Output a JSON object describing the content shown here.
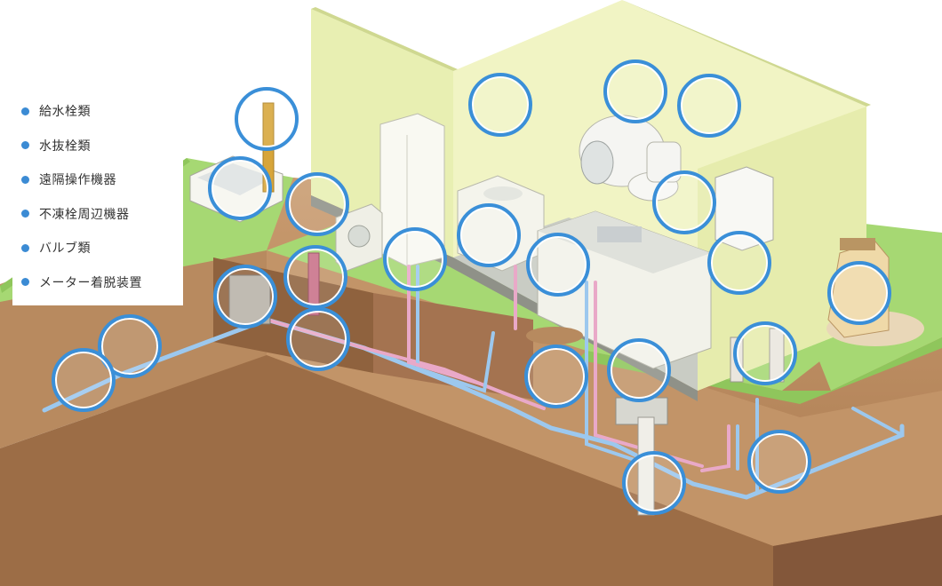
{
  "legend": {
    "items": [
      {
        "label": "給水栓類"
      },
      {
        "label": "水抜栓類"
      },
      {
        "label": "遠隔操作機器"
      },
      {
        "label": "不凍栓周辺機器"
      },
      {
        "label": "バルブ類"
      },
      {
        "label": "メーター着脱装置"
      }
    ]
  },
  "colors": {
    "accent": "#3b8bd4",
    "ring": "#3a8fd8",
    "grass": "#9fd36c",
    "soil": "#c89a6e",
    "wall": "#eef2b8",
    "pipe_cold": "#9cc8ee",
    "pipe_hot": "#e9a9c8"
  },
  "hotspots": [
    {
      "name": "faucet-pillar-hotspot",
      "icon": "faucet-icon"
    },
    {
      "name": "outdoor-sink-hotspot",
      "icon": "sink-icon"
    },
    {
      "name": "antifreeze-valve-hotspot",
      "icon": "valve-icon"
    },
    {
      "name": "pipe-riser-hotspot",
      "icon": "pipe-icon"
    },
    {
      "name": "insulated-box-hotspot",
      "icon": "box-icon"
    },
    {
      "name": "buried-drain-hotspot",
      "icon": "drain-icon"
    },
    {
      "name": "gate-valve-hotspot",
      "icon": "gate-valve-icon"
    },
    {
      "name": "water-meter-hotspot",
      "icon": "meter-icon"
    },
    {
      "name": "washer-tap-hotspot",
      "icon": "tap-icon"
    },
    {
      "name": "remote-controller-hotspot",
      "icon": "controller-icon"
    },
    {
      "name": "shower-mixer-hotspot",
      "icon": "mixer-icon"
    },
    {
      "name": "wall-knob-hotspot",
      "icon": "knob-icon"
    },
    {
      "name": "basin-valve-hotspot",
      "icon": "basin-valve-icon"
    },
    {
      "name": "floor-drain-hotspot",
      "icon": "floor-drain-icon"
    },
    {
      "name": "toilet-valve-hotspot",
      "icon": "toilet-valve-icon"
    },
    {
      "name": "heater-valve-hotspot",
      "icon": "heater-valve-icon"
    },
    {
      "name": "drain-plug-hotspot",
      "icon": "drain-plug-icon"
    },
    {
      "name": "brick-faucet-hotspot",
      "icon": "brick-faucet-icon"
    },
    {
      "name": "underground-riser-hotspot",
      "icon": "riser-icon"
    },
    {
      "name": "wall-faucet-hotspot",
      "icon": "wall-faucet-icon"
    },
    {
      "name": "underground-elbow-hotspot",
      "icon": "elbow-icon"
    },
    {
      "name": "underground-valve-hotspot",
      "icon": "valve-joint-icon"
    }
  ]
}
